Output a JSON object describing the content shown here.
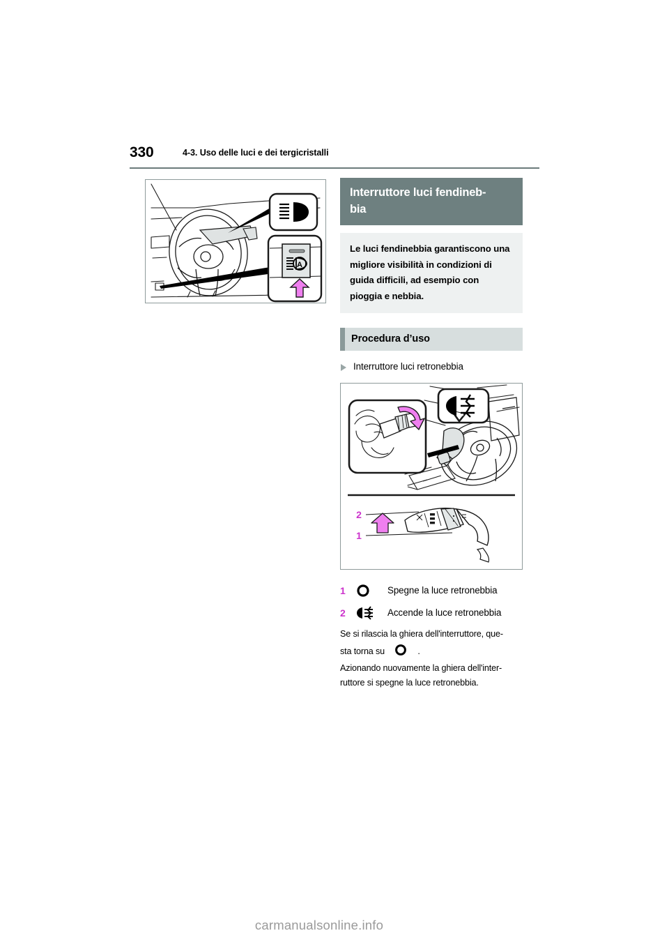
{
  "page": {
    "number": "330",
    "chapter": "4-3. Uso delle luci e dei tergicristalli",
    "watermark": "carmanualsonline.info"
  },
  "section": {
    "title": "Interruttore luci fendineb-\nbia",
    "title_line1": "Interruttore luci fendineb-",
    "title_line2": "bia",
    "intro": "Le luci fendinebbia garantiscono una migliore visibilità in condizioni di guida difficili, ad esempio con pioggia e nebbia.",
    "subsection": "Procedura d’uso",
    "bullet": "Interruttore luci retronebbia"
  },
  "callouts": [
    {
      "number": "1",
      "symbol": "ring-off-icon",
      "text": "Spegne la luce retronebbia"
    },
    {
      "number": "2",
      "symbol": "rear-fog-lamp-icon",
      "text": "Accende la luce retronebbia"
    }
  ],
  "paragraphs": {
    "p1_before": "Se si rilascia la ghiera dell'interruttore, que-",
    "p1_after_lead": "sta torna su",
    "p1_after_tail": ".",
    "p2": "Azionando nuovamente la ghiera dell'inter-\nruttore si spegne la luce retronebbia.",
    "p2_line1": "Azionando nuovamente la ghiera dell'inter-",
    "p2_line2": "ruttore si spegne la luce retronebbia."
  },
  "figures": {
    "headlight_switch": {
      "name": "figure-headlight-switch",
      "caption_icons": [
        "headlight-beam-icon",
        "auto-headlight-icon"
      ]
    },
    "fog_stalk": {
      "name": "figure-fog-stalk",
      "caption_icons": [
        "rear-fog-lamp-icon"
      ],
      "labels": [
        "1",
        "2"
      ]
    }
  },
  "colors": {
    "title_bar": "#6e8080",
    "intro_bg": "#eef1f1",
    "subsection_bg": "#d7dede",
    "subsection_accent": "#8b9a9a",
    "rule": "#6b7b7b",
    "callout_number": "#cc33cc",
    "highlight_arrow": "#ef7fef",
    "figure_border": "#8e9a9a",
    "watermark": "#9a9a9a"
  }
}
